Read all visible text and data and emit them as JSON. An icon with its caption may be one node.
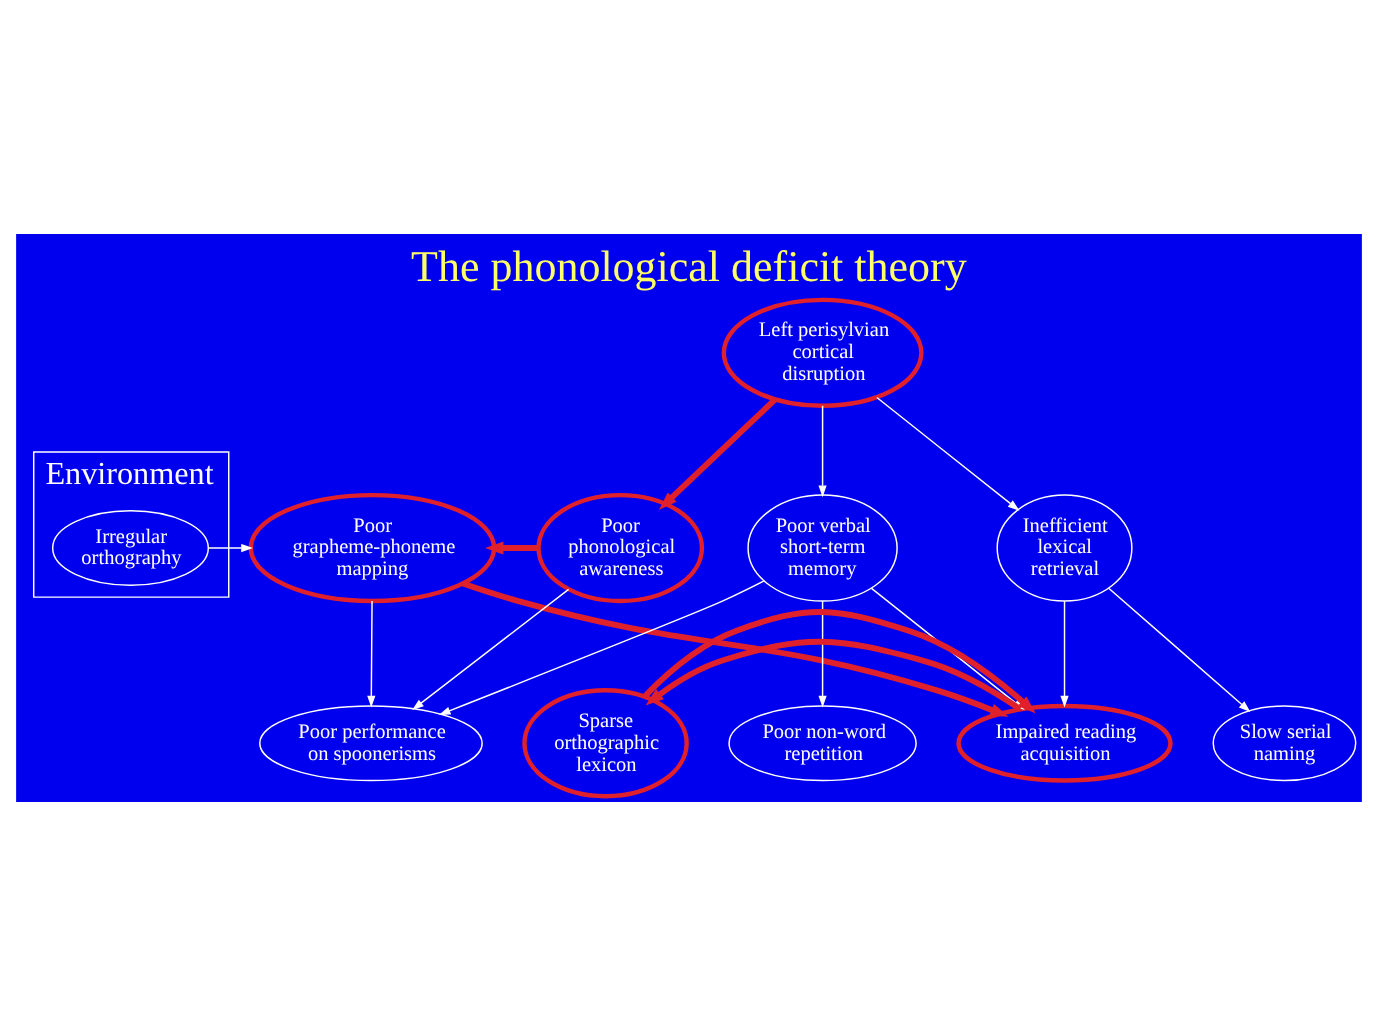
{
  "diagram": {
    "title": "The phonological deficit theory",
    "nodes": [
      {
        "text": [
          "Environment"
        ]
      },
      {
        "text": [
          "Left perisylvian cortical disruption"
        ]
      },
      {
        "text": [
          "Poor grapheme-phoneme mapping"
        ]
      },
      {
        "text": [
          "Poor phonological awareness"
        ]
      },
      {
        "text": [
          "Poor verbal short-term memory"
        ]
      },
      {
        "text": [
          "Inefficient lexical retrieval"
        ]
      },
      {
        "text": [
          "Irregular orthography"
        ],
        "in": 0
      },
      {
        "text": [
          "Sparse orthographic lexicon"
        ]
      },
      {
        "text": [
          "Poor performance on spoonerisms"
        ]
      },
      {
        "text": [
          "Poor non-word repetition"
        ]
      },
      {
        "text": [
          "Slow serial naming"
        ]
      },
      {
        "text": [
          "Impaired reading acquisition"
        ]
      }
    ],
    "edges": [
      {
        "from": 1,
        "to": 3,
        "arrow": "to",
        "style": "thick",
        "color": "#e0202a"
      },
      {
        "from": 1,
        "to": 4,
        "arrow": "to"
      },
      {
        "from": 1,
        "to": 5,
        "arrow": "to"
      },
      {
        "from": 6,
        "to": 2,
        "arrow": "to"
      },
      {
        "from": 3,
        "to": 2,
        "arrow": "to",
        "style": "thick",
        "color": "#e0202a"
      },
      {
        "from": 2,
        "to": 8,
        "arrow": "to"
      },
      {
        "from": 3,
        "to": 8,
        "arrow": "to"
      },
      {
        "from": 4,
        "to": 8,
        "arrow": "to"
      },
      {
        "from": 4,
        "to": 9,
        "arrow": "to"
      },
      {
        "from": 4,
        "to": 11,
        "arrow": "to"
      },
      {
        "from": 5,
        "to": 10,
        "arrow": "to"
      },
      {
        "from": 5,
        "to": 11,
        "arrow": "to"
      },
      {
        "from": 2,
        "to": 11,
        "arrow": "to",
        "style": "thick",
        "color": "#e0202a"
      },
      {
        "from": 11,
        "to": 7,
        "arrow": "to",
        "style": "thick",
        "color": "#e0202a"
      },
      {
        "from": 7,
        "to": 11,
        "arrow": "to",
        "style": "thick",
        "color": "#e0202a"
      }
    ]
  }
}
